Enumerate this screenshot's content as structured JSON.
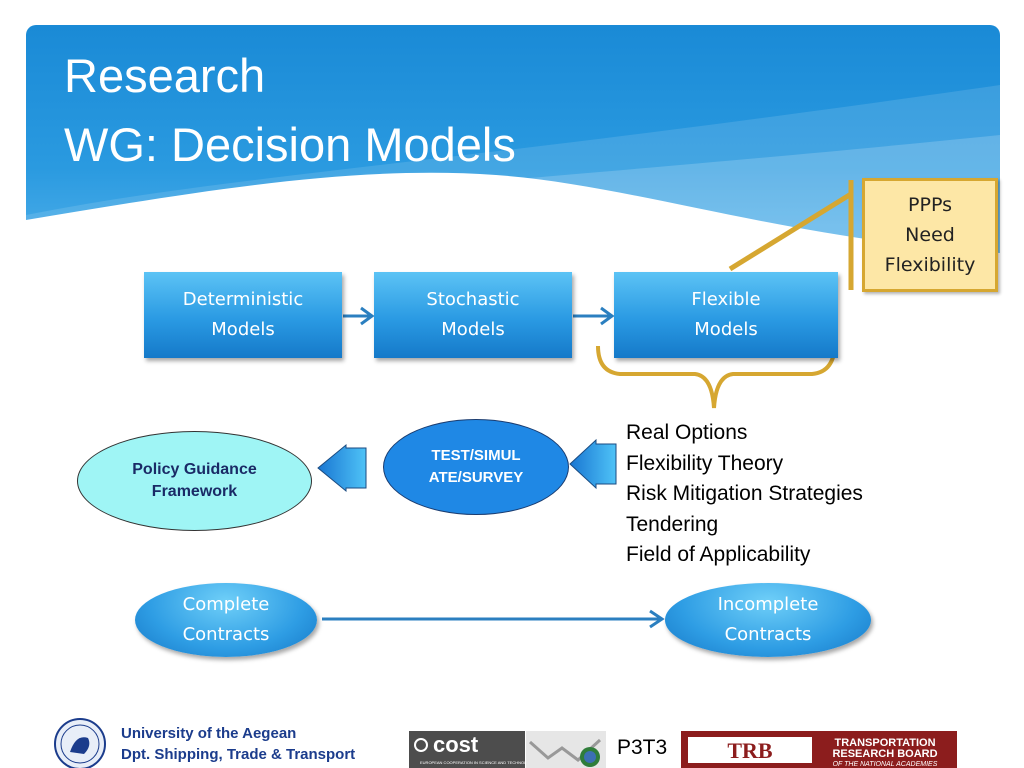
{
  "slide": {
    "title_line1": "Research",
    "title_line2": "WG: Decision Models"
  },
  "callout": {
    "text": "PPPs\nNeed\nFlexibility"
  },
  "models": [
    {
      "label": "Deterministic\nModels"
    },
    {
      "label": "Stochastic\nModels"
    },
    {
      "label": "Flexible\nModels"
    }
  ],
  "flow": {
    "policy": "Policy Guidance\nFramework",
    "test": "TEST/SIMUL\nATE/SURVEY"
  },
  "flexibility_topics": [
    "Real Options",
    "Flexibility Theory",
    "Risk Mitigation Strategies",
    "Tendering",
    "Field of Applicability"
  ],
  "contracts": {
    "complete": "Complete\nContracts",
    "incomplete": "Incomplete\nContracts"
  },
  "footer": {
    "university": "University of the Aegean",
    "department": "Dpt. Shipping, Trade & Transport",
    "cost_logo_text": "cost",
    "cost_subtitle": "EUROPEAN COOPERATION IN SCIENCE AND TECHNOLOGY",
    "code": "P3T3",
    "trb_logo_text": "TRB",
    "trb_line1": "TRANSPORTATION",
    "trb_line2": "RESEARCH BOARD",
    "trb_line3": "OF THE NATIONAL ACADEMIES"
  },
  "colors": {
    "header_blue": "#1a8ad6",
    "box_blue": "#2a9ae3",
    "bracket_gold": "#d6a731",
    "callout_fill": "#fde7a6",
    "policy_fill": "#9ff5f5",
    "footer_text": "#1b3c8c"
  }
}
